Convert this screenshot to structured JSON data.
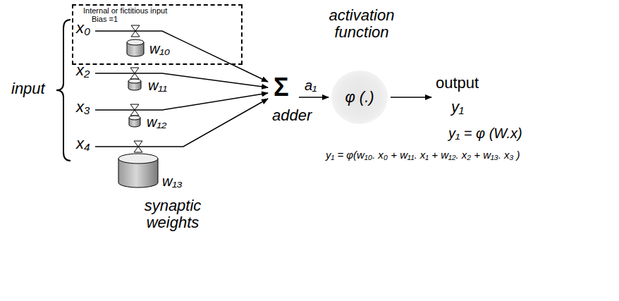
{
  "diagram": {
    "nodes": [
      {
        "text": [
          "Internal or fictitious input",
          "Bias =1",
          "x₀",
          "w₁₀"
        ]
      },
      {
        "text": [
          "φ (.)"
        ]
      }
    ],
    "labels": [
      "input",
      "x₂",
      "x₃",
      "x₄",
      "w₁₁",
      "w₁₂",
      "w₁₃",
      "synaptic weights",
      "Σ",
      "a₁",
      "adder",
      "activation function",
      "output",
      "y₁",
      "y₁ = φ (W.x)",
      "y₁ = φ(w₁₀. x₀ + w₁₁. x₁ + w₁₂. x₂ + w₁₃. x₃ )"
    ]
  }
}
